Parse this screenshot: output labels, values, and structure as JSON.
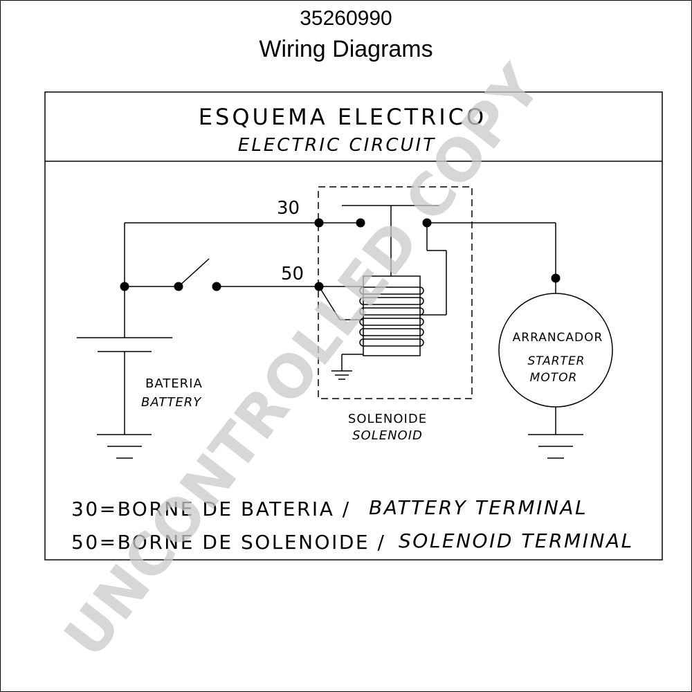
{
  "header": {
    "part_number": "35260990",
    "title": "Wiring Diagrams"
  },
  "diagram": {
    "title_es": "ESQUEMA ELECTRICO",
    "title_en": "ELECTRIC CIRCUIT",
    "terminal_30": "30",
    "terminal_50": "50",
    "battery_es": "BATERIA",
    "battery_en": "BATTERY",
    "solenoid_es": "SOLENOIDE",
    "solenoid_en": "SOLENOID",
    "motor_es": "ARRANCADOR",
    "motor_en_line1": "STARTER",
    "motor_en_line2": "MOTOR"
  },
  "legend": {
    "line1_es": "30=BORNE DE BATERIA /",
    "line1_en": "BATTERY TERMINAL",
    "line2_es": "50=BORNE DE SOLENOIDE /",
    "line2_en": "SOLENOID TERMINAL"
  },
  "watermark": "UNCONTROLLED COPY"
}
